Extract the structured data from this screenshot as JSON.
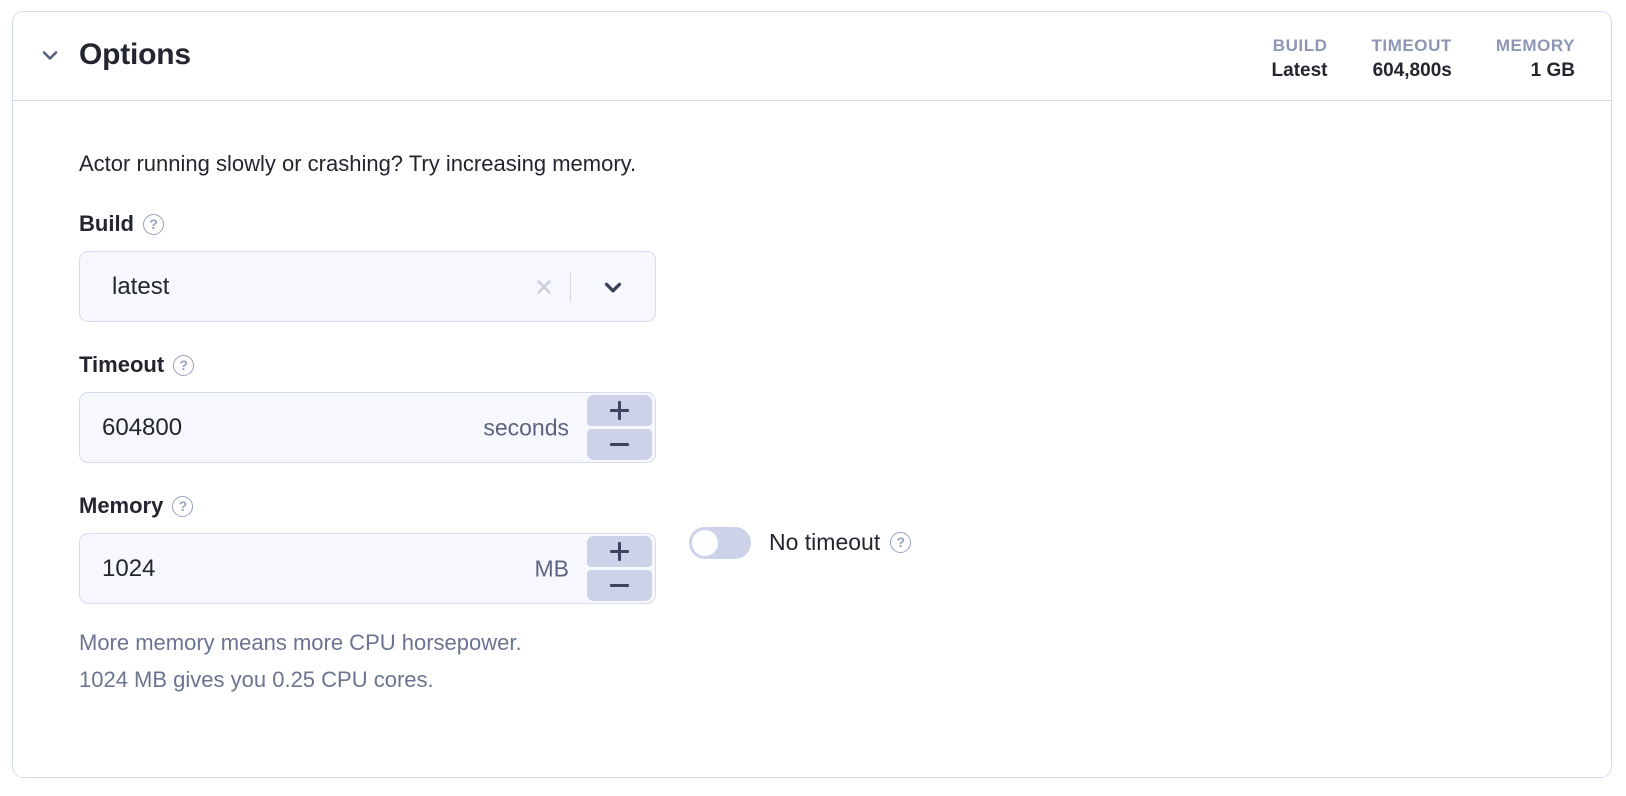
{
  "panel": {
    "title": "Options",
    "collapse_icon": "chevron-down-icon",
    "stats": [
      {
        "label": "BUILD",
        "value": "Latest"
      },
      {
        "label": "TIMEOUT",
        "value": "604,800s"
      },
      {
        "label": "MEMORY",
        "value": "1 GB"
      }
    ]
  },
  "body": {
    "intro": "Actor running slowly or crashing? Try increasing memory.",
    "build": {
      "label": "Build",
      "help_icon": "question-mark-circle-icon",
      "value": "latest",
      "clear_icon": "close-icon",
      "dropdown_icon": "chevron-down-icon"
    },
    "timeout": {
      "label": "Timeout",
      "help_icon": "question-mark-circle-icon",
      "value": "604800",
      "unit": "seconds",
      "increment_label": "+",
      "decrement_label": "−",
      "no_timeout": {
        "label": "No timeout",
        "help_icon": "question-mark-circle-icon",
        "enabled": false
      }
    },
    "memory": {
      "label": "Memory",
      "help_icon": "question-mark-circle-icon",
      "value": "1024",
      "unit": "MB",
      "increment_label": "+",
      "decrement_label": "−",
      "helper_line_1": "More memory means more CPU horsepower.",
      "helper_line_2": "1024 MB gives you 0.25 CPU cores."
    }
  },
  "colors": {
    "border": "#d7dbee",
    "input_bg": "#f7f8fd",
    "stepper_bg": "#ccd2e8",
    "muted_text": "#6b7490",
    "stat_label": "#8d97b5",
    "primary_text": "#23262f"
  }
}
